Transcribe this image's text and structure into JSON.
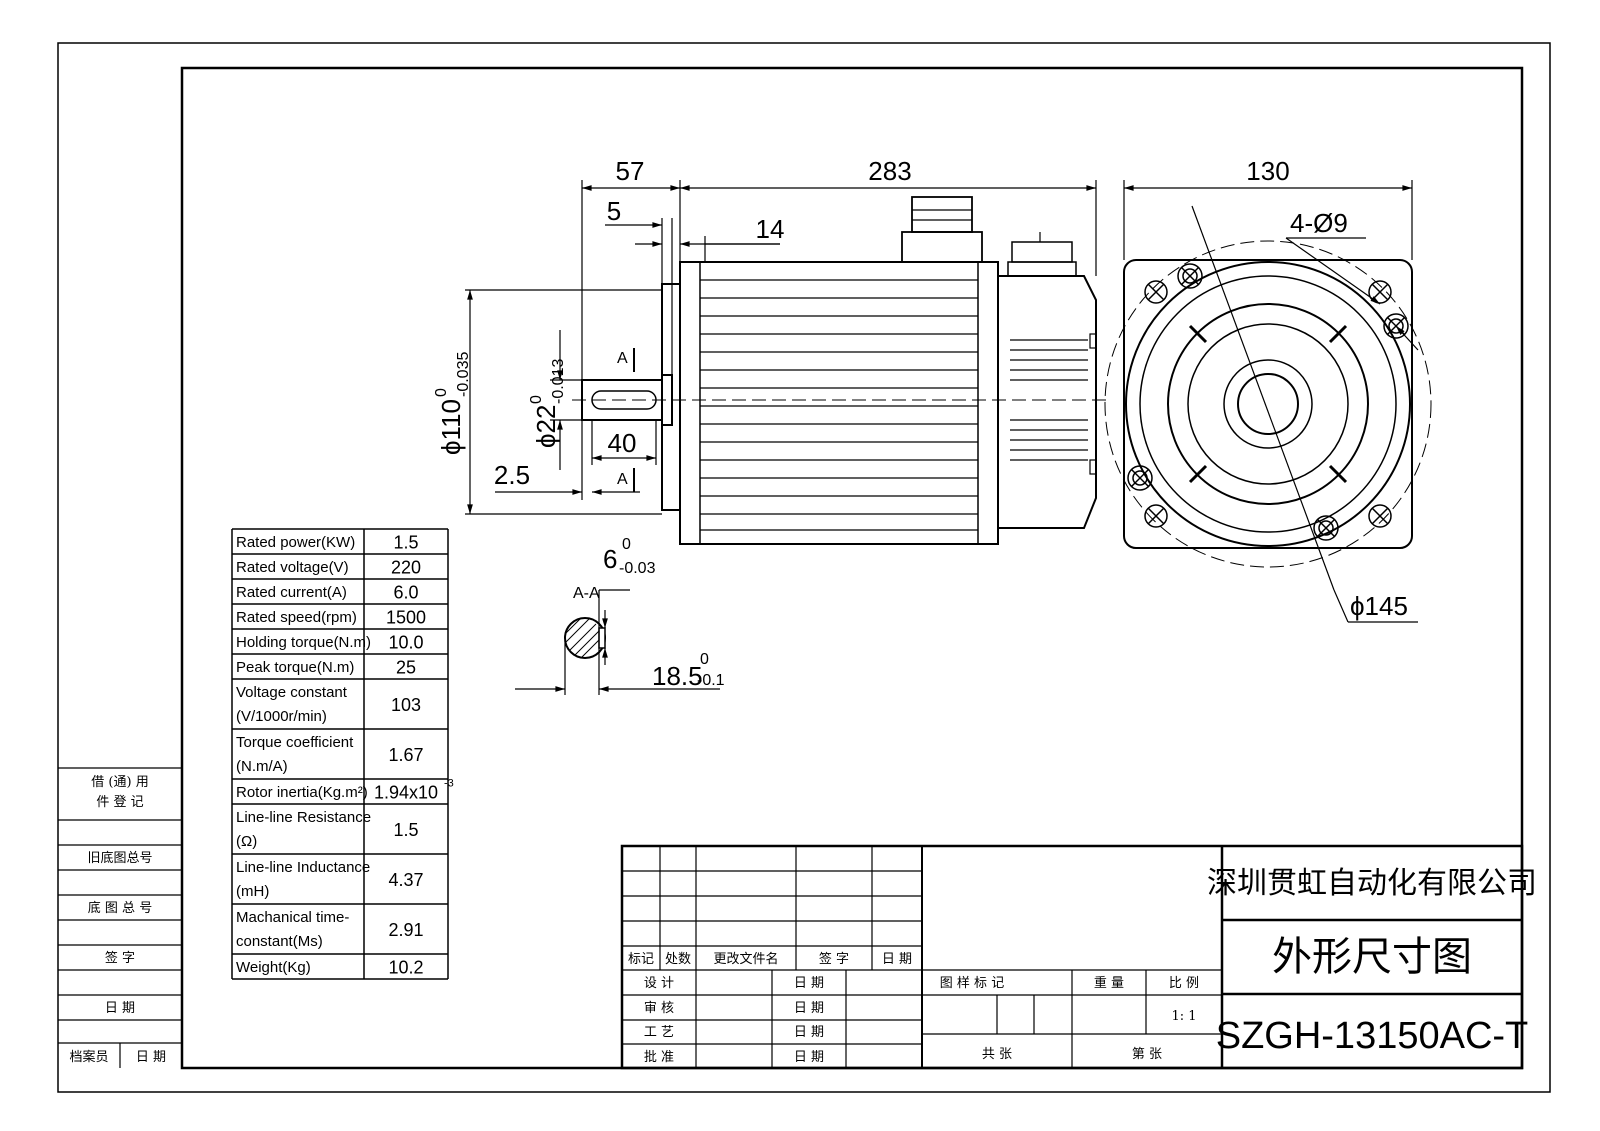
{
  "dimensions": {
    "d57": "57",
    "d283": "283",
    "d130": "130",
    "d5": "5",
    "d14": "14",
    "holes": "4-Ø9",
    "phi110": "ϕ110",
    "phi110_tol_up": "0",
    "phi110_tol_low": "-0.035",
    "phi22": "ϕ22",
    "phi22_tol_up": "0",
    "phi22_tol_low": "-0.013",
    "d40": "40",
    "d2_5": "2.5",
    "section_mark": "A",
    "section_label": "A-A",
    "key_w": "6",
    "key_w_tol_up": "0",
    "key_w_tol_low": "-0.03",
    "key_d": "18.5",
    "key_d_tol_up": "0",
    "key_d_tol_low": "-0.1",
    "phi145": "ϕ145"
  },
  "specs": [
    {
      "label": [
        "Rated power(KW)"
      ],
      "value": "1.5"
    },
    {
      "label": [
        "Rated voltage(V)"
      ],
      "value": "220"
    },
    {
      "label": [
        "Rated current(A)"
      ],
      "value": "6.0"
    },
    {
      "label": [
        "Rated speed(rpm)"
      ],
      "value": "1500"
    },
    {
      "label": [
        "Holding torque(N.m)"
      ],
      "value": "10.0"
    },
    {
      "label": [
        "Peak torque(N.m)"
      ],
      "value": "25"
    },
    {
      "label": [
        "Voltage constant",
        " (V/1000r/min)"
      ],
      "value": "103"
    },
    {
      "label": [
        "Torque coefficient",
        " (N.m/A)"
      ],
      "value": "1.67"
    },
    {
      "label": [
        "Rotor inertia(Kg.m²)"
      ],
      "value": "1.94x10",
      "exp": "-3"
    },
    {
      "label": [
        "Line-line Resistance",
        " (Ω)"
      ],
      "value": "1.5"
    },
    {
      "label": [
        "Line-line Inductance",
        " (mH)"
      ],
      "value": "4.37"
    },
    {
      "label": [
        "Machanical time-",
        "constant(Ms)"
      ],
      "value": "2.91"
    },
    {
      "label": [
        "Weight(Kg)"
      ],
      "value": "10.2"
    }
  ],
  "side_column": {
    "borrow_1": "借 (通) 用",
    "borrow_2": "件  登  记",
    "old_base": "旧底图总号",
    "base": "底 图 总 号",
    "sign": "签   字",
    "date": "日   期",
    "archivist": "档案员",
    "archive_date": "日  期"
  },
  "title_block": {
    "company": "深圳贯虹自动化有限公司",
    "drawing_title": "外形尺寸图",
    "model": "SZGH-13150AC-T",
    "rev_headers": [
      "标记",
      "处数",
      "更改文件名",
      "签  字",
      "日 期"
    ],
    "roles": [
      "设  计",
      "审  核",
      "工  艺",
      "批  准"
    ],
    "date_label": "日  期",
    "mark_label": "图 样 标 记",
    "weight_label": "重 量",
    "scale_label": "比 例",
    "scale_value": "1: 1",
    "total_sheets": "共        张",
    "sheet_no": "第        张"
  }
}
